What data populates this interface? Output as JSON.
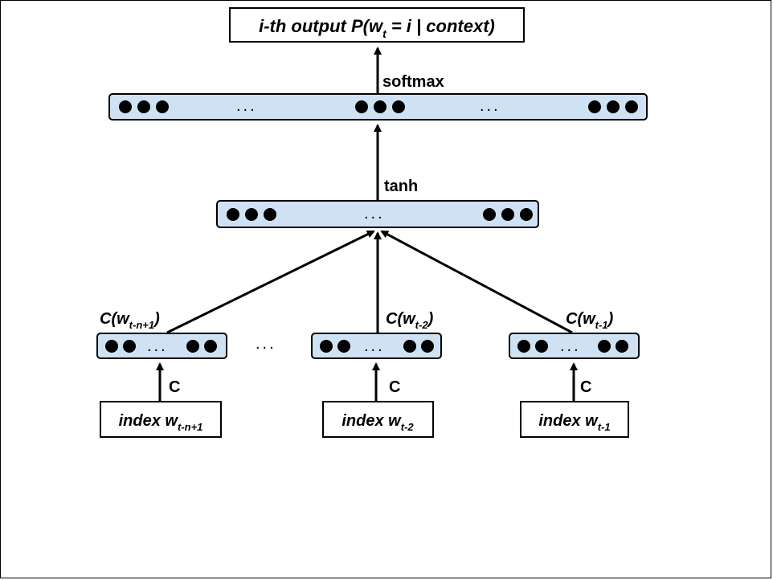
{
  "output_box": {
    "prefix": "i-th output P(w",
    "sub": "t",
    "suffix": " = i | context)"
  },
  "top_activation": "softmax",
  "hidden_activation": "tanh",
  "ellipsis": "...",
  "embed_labels": [
    {
      "prefix": "C(w",
      "sub": "t-n+1",
      "suffix": ")"
    },
    {
      "prefix": "C(w",
      "sub": "t-2",
      "suffix": ")"
    },
    {
      "prefix": "C(w",
      "sub": "t-1",
      "suffix": ")"
    }
  ],
  "lookup_label": "C",
  "index_boxes": [
    {
      "prefix": "index w",
      "sub": "t-n+1"
    },
    {
      "prefix": "index w",
      "sub": "t-2"
    },
    {
      "prefix": "index w",
      "sub": "t-1"
    }
  ],
  "colors": {
    "layer_fill": "#cfe2f3",
    "stroke": "#000000"
  }
}
